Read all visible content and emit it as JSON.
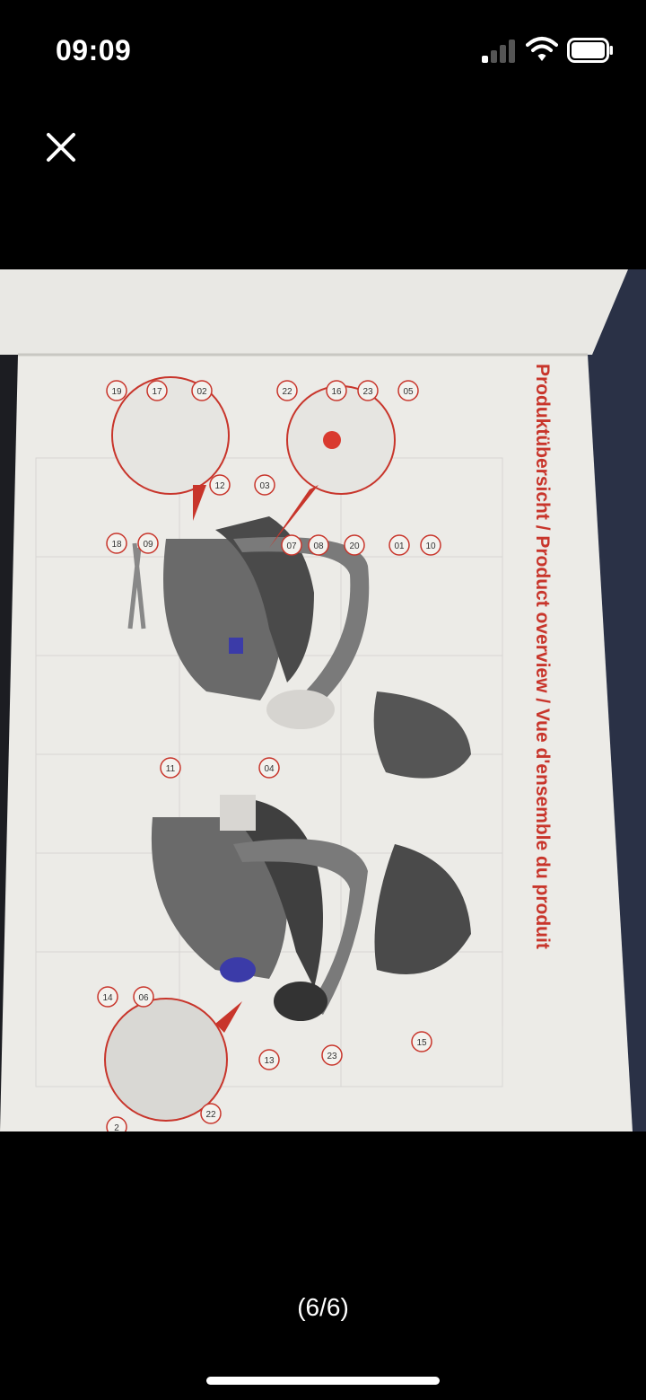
{
  "status_bar": {
    "time": "09:09",
    "icons": [
      "signal-icon",
      "wifi-icon",
      "battery-icon"
    ]
  },
  "viewer": {
    "close_icon": "close-icon",
    "page_counter": "(6/6)"
  },
  "photo": {
    "heading": "Produktübersicht / Product overview / Vue d'ensemble du produit",
    "callouts": [
      "19",
      "17",
      "02",
      "22",
      "16",
      "23",
      "05",
      "12",
      "03",
      "09",
      "18",
      "07",
      "08",
      "20",
      "01",
      "10",
      "11",
      "04",
      "14",
      "06",
      "13",
      "23",
      "15",
      "22",
      "2"
    ],
    "colors": {
      "heading_red": "#c8352b",
      "page_paper": "#ecebe7",
      "background_dark": "#1c1d22"
    }
  }
}
